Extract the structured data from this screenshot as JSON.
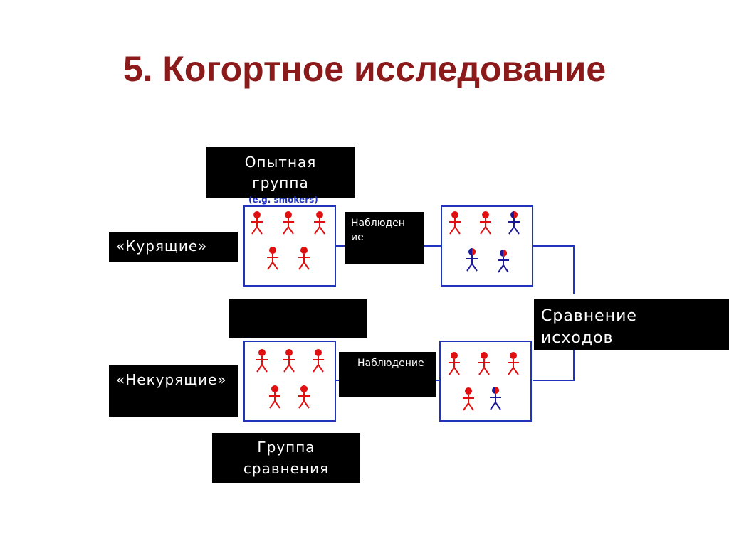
{
  "title": "5. Когортное исследование",
  "boxes": {
    "exposed_group": "Опытная группа",
    "smokers": "«Курящие»",
    "nonsmokers": "«Некурящие»",
    "comparison_group": "Группа сравнения",
    "compare_outcomes": "Сравнение исходов",
    "observation_top": "Наблюдение",
    "observation_bottom": "Наблюдение",
    "exposed_example": "(e.g. smokers)"
  },
  "colors": {
    "title": "#8b1a1a",
    "box_border": "#2233bb",
    "healthy": "#e01010",
    "sick": "#1a1a99"
  },
  "figures": {
    "top_start": [
      "healthy",
      "healthy",
      "healthy",
      "healthy",
      "healthy"
    ],
    "top_end": [
      "healthy",
      "healthy",
      "sick",
      "sick",
      "sick"
    ],
    "bottom_start": [
      "healthy",
      "healthy",
      "healthy",
      "healthy",
      "healthy"
    ],
    "bottom_end": [
      "healthy",
      "healthy",
      "healthy",
      "healthy",
      "sick"
    ]
  }
}
